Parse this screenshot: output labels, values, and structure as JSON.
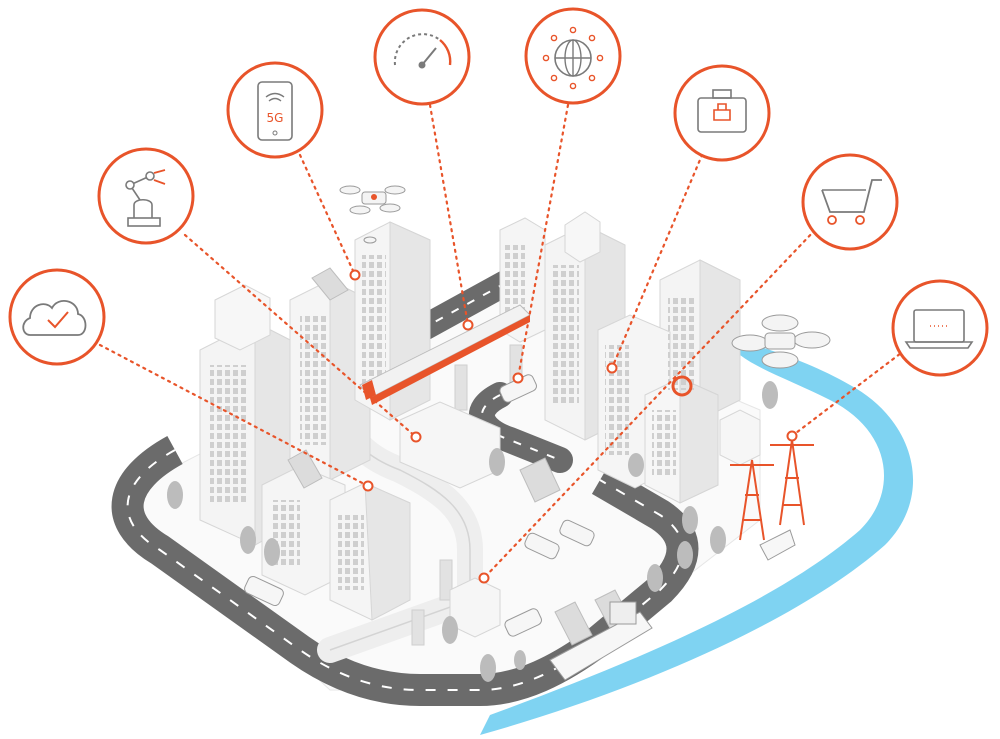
{
  "colors": {
    "accent": "#e8542a",
    "road": "#6b6b6b",
    "road_line": "#ffffff",
    "river": "#7fd3f2",
    "building": "#f4f4f4",
    "building_side": "#e4e4e4",
    "window": "#c9c9c9",
    "tree": "#b8b8b8",
    "icon_line": "#7a7a7a"
  },
  "icons": [
    {
      "id": "cloud",
      "semantic": "cloud-check-icon"
    },
    {
      "id": "robot",
      "semantic": "robot-arm-icon"
    },
    {
      "id": "phone",
      "semantic": "smartphone-5g-icon",
      "label": "5G"
    },
    {
      "id": "gauge",
      "semantic": "speedometer-icon"
    },
    {
      "id": "globe",
      "semantic": "globe-network-icon"
    },
    {
      "id": "medical",
      "semantic": "first-aid-kit-icon"
    },
    {
      "id": "cart",
      "semantic": "shopping-cart-icon"
    },
    {
      "id": "laptop",
      "semantic": "laptop-icon"
    }
  ]
}
